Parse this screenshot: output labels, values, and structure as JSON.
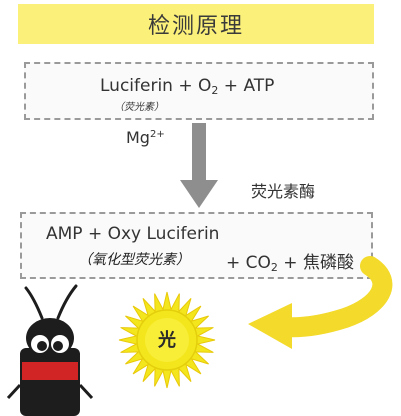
{
  "title": "检测原理",
  "reaction_top": {
    "equation": {
      "a": "Luciferin + O",
      "sub": "2",
      "b": " + ATP"
    },
    "note": "（荧光素）"
  },
  "cofactor": {
    "base": "Mg",
    "sup": "2+"
  },
  "enzyme": "荧光素酶",
  "reaction_bottom": {
    "line1": "AMP + Oxy Luciferin",
    "note": "（氧化型荧光素）",
    "line2": {
      "a": "+ CO",
      "sub": "2",
      "b": " + 焦磷酸"
    }
  },
  "sun_label": "光",
  "colors": {
    "title_bg": "#fbf07a",
    "arrow": "#8e8e8e",
    "sun": "#f4e61c",
    "curved_arrow": "#f3da2b",
    "firefly_body": "#1d1d1d",
    "firefly_band": "#d12525"
  }
}
